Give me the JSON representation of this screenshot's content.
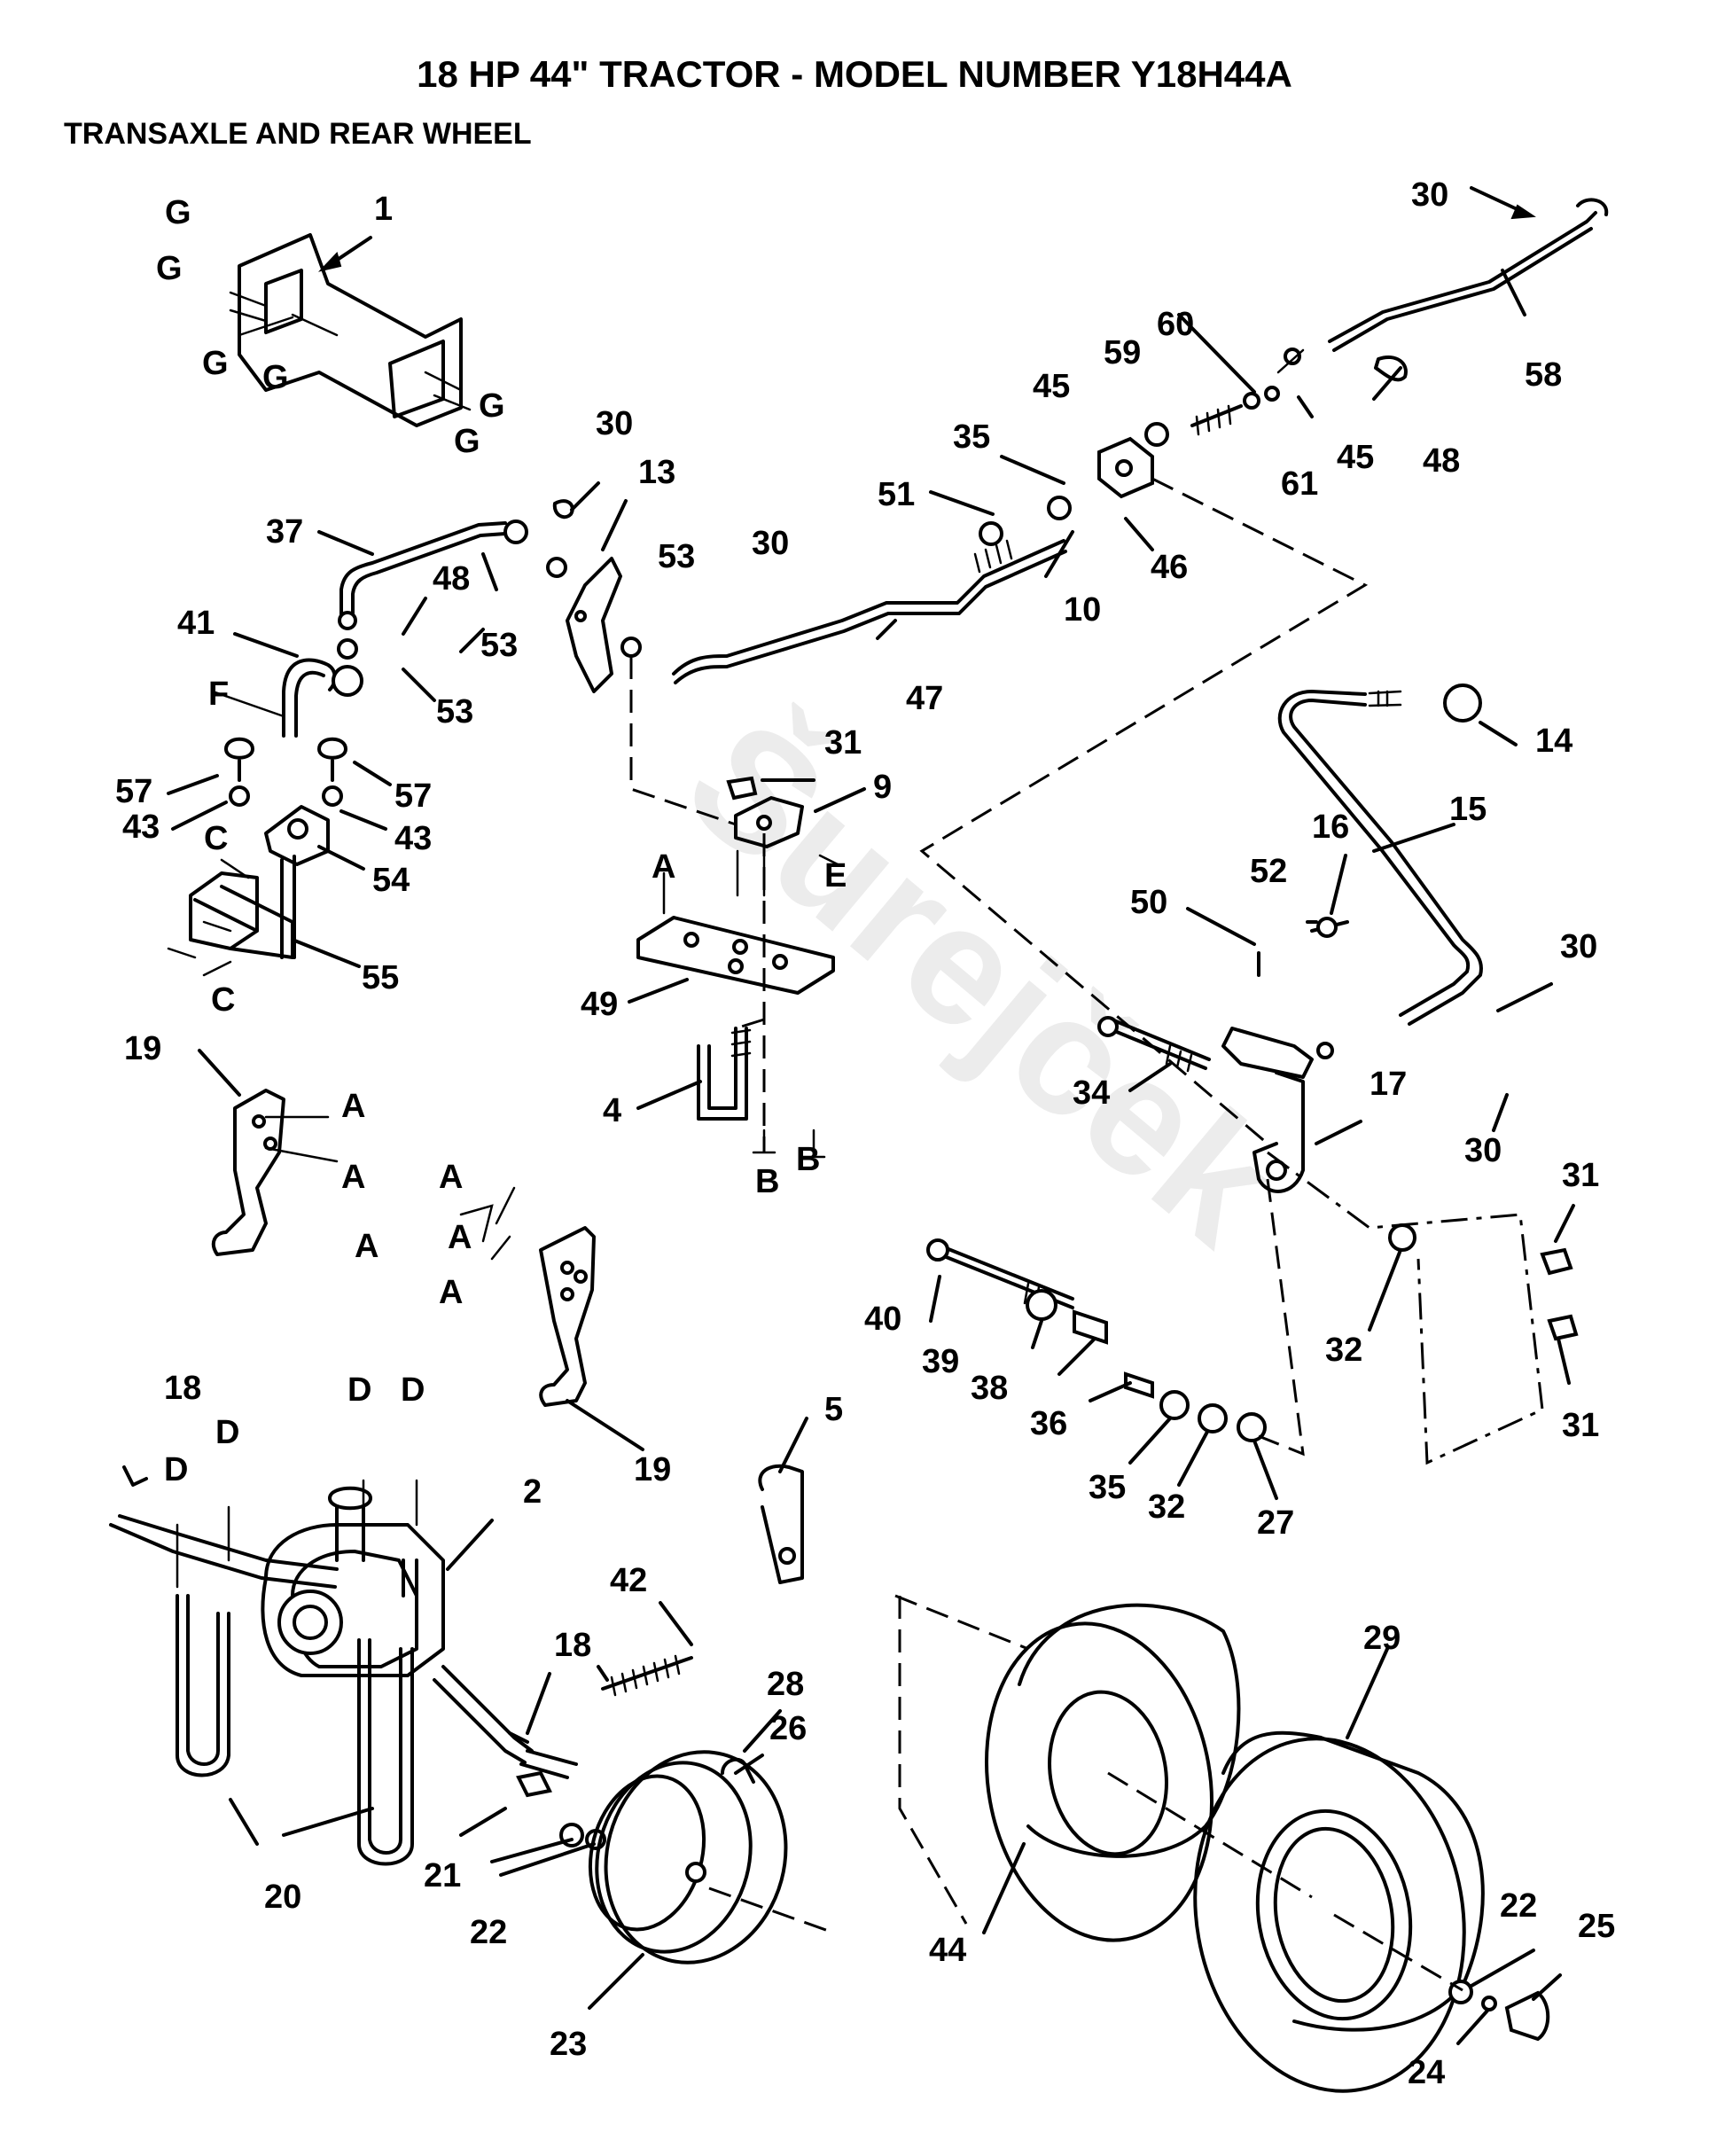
{
  "title": "18 HP 44\" TRACTOR - MODEL NUMBER Y18H44A",
  "subtitle": "TRANSAXLE AND REAR WHEEL",
  "watermark": "Šurejček",
  "callouts": [
    {
      "text": "1"
    },
    {
      "text": "G"
    },
    {
      "text": "G"
    },
    {
      "text": "G"
    },
    {
      "text": "G"
    },
    {
      "text": "G"
    },
    {
      "text": "G"
    },
    {
      "text": "30"
    },
    {
      "text": "58"
    },
    {
      "text": "60"
    },
    {
      "text": "59"
    },
    {
      "text": "45"
    },
    {
      "text": "61"
    },
    {
      "text": "45"
    },
    {
      "text": "48"
    },
    {
      "text": "35"
    },
    {
      "text": "46"
    },
    {
      "text": "51"
    },
    {
      "text": "10"
    },
    {
      "text": "30"
    },
    {
      "text": "13"
    },
    {
      "text": "37"
    },
    {
      "text": "48"
    },
    {
      "text": "53"
    },
    {
      "text": "53"
    },
    {
      "text": "30"
    },
    {
      "text": "53"
    },
    {
      "text": "47"
    },
    {
      "text": "41"
    },
    {
      "text": "F"
    },
    {
      "text": "57"
    },
    {
      "text": "57"
    },
    {
      "text": "43"
    },
    {
      "text": "43"
    },
    {
      "text": "54"
    },
    {
      "text": "C"
    },
    {
      "text": "C"
    },
    {
      "text": "55"
    },
    {
      "text": "31"
    },
    {
      "text": "9"
    },
    {
      "text": "E"
    },
    {
      "text": "A"
    },
    {
      "text": "49"
    },
    {
      "text": "4"
    },
    {
      "text": "B"
    },
    {
      "text": "B"
    },
    {
      "text": "14"
    },
    {
      "text": "15"
    },
    {
      "text": "16"
    },
    {
      "text": "52"
    },
    {
      "text": "50"
    },
    {
      "text": "30"
    },
    {
      "text": "34"
    },
    {
      "text": "17"
    },
    {
      "text": "30"
    },
    {
      "text": "19"
    },
    {
      "text": "A"
    },
    {
      "text": "A"
    },
    {
      "text": "A"
    },
    {
      "text": "A"
    },
    {
      "text": "A"
    },
    {
      "text": "A"
    },
    {
      "text": "19"
    },
    {
      "text": "31"
    },
    {
      "text": "31"
    },
    {
      "text": "32"
    },
    {
      "text": "40"
    },
    {
      "text": "39"
    },
    {
      "text": "38"
    },
    {
      "text": "36"
    },
    {
      "text": "35"
    },
    {
      "text": "32"
    },
    {
      "text": "27"
    },
    {
      "text": "5"
    },
    {
      "text": "18"
    },
    {
      "text": "D"
    },
    {
      "text": "D"
    },
    {
      "text": "D"
    },
    {
      "text": "D"
    },
    {
      "text": "2"
    },
    {
      "text": "42"
    },
    {
      "text": "18"
    },
    {
      "text": "28"
    },
    {
      "text": "26"
    },
    {
      "text": "29"
    },
    {
      "text": "20"
    },
    {
      "text": "21"
    },
    {
      "text": "22"
    },
    {
      "text": "23"
    },
    {
      "text": "44"
    },
    {
      "text": "22"
    },
    {
      "text": "25"
    },
    {
      "text": "24"
    }
  ]
}
